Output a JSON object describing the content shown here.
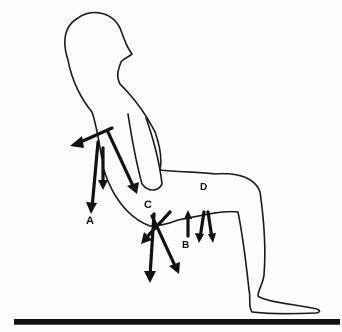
{
  "labels": {
    "a": "A",
    "b": "B",
    "c": "C",
    "d": "D"
  },
  "colors": {
    "ink": "#111111",
    "paper": "#fdfdfb"
  }
}
